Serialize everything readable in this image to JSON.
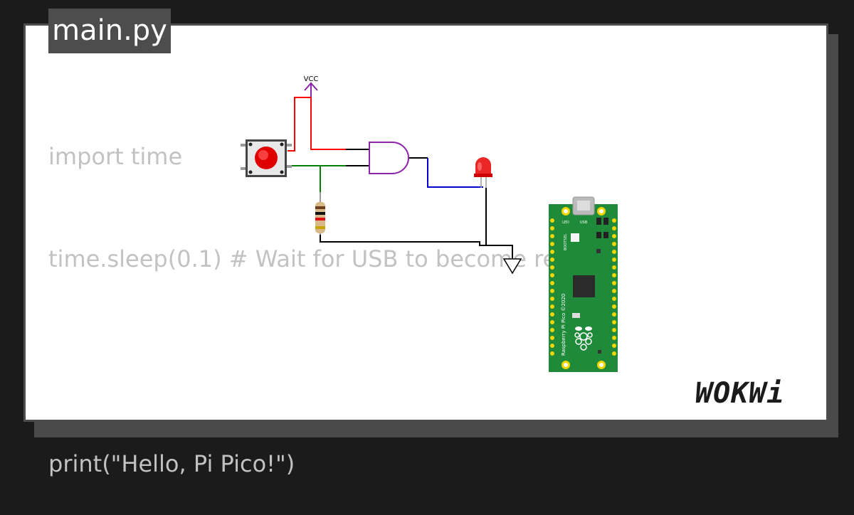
{
  "editor": {
    "filename": "main.py",
    "code_lines": [
      "import time",
      "time.sleep(0.1) # Wait for USB to become ready",
      "",
      "print(\"Hello, Pi Pico!\")"
    ]
  },
  "circuit": {
    "vcc_label": "VCC",
    "board": {
      "name": "Raspberry Pi Pico ©2020",
      "led_label": "LED",
      "usb_label": "USB",
      "bootsel_label": "BOOTSEL"
    }
  },
  "brand": {
    "logo_text": "WOKWi"
  },
  "colors": {
    "background": "#1b1b1b",
    "card": "#ffffff",
    "tab": "#4d4d4d",
    "code_text": "#c2c2c2",
    "wire_red": "#ff0000",
    "wire_green": "#008000",
    "wire_blue": "#0000cc",
    "gate_purple": "#8e24aa",
    "board_green": "#1f8a3a"
  }
}
